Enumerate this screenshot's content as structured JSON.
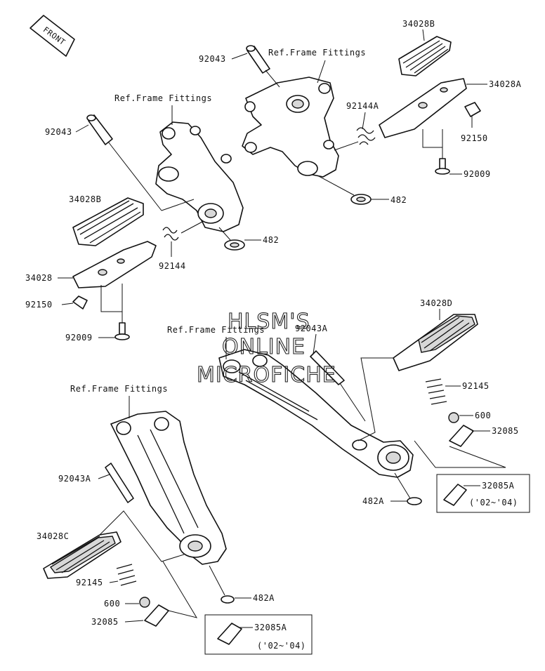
{
  "front_badge": "FRONT",
  "watermark": {
    "line1": "HLSM'S",
    "line2": "ONLINE",
    "line3": "MICROFICHE"
  },
  "labels": {
    "92043_top": "92043",
    "ref_top": "Ref.Frame Fittings",
    "34028B_top": "34028B",
    "34028A": "34028A",
    "92144A": "92144A",
    "92150_top": "92150",
    "92009_top": "92009",
    "482_top": "482",
    "ref_mid": "Ref.Frame Fittings",
    "92043_left": "92043",
    "34028B_left": "34028B",
    "482_left": "482",
    "92144": "92144",
    "34028": "34028",
    "92150_left": "92150",
    "92009_left": "92009",
    "ref_center": "Ref.Frame Fittings",
    "92043A_center": "92043A",
    "34028D": "34028D",
    "92145_right": "92145",
    "600_right": "600",
    "32085_right": "32085",
    "32085A_right": "32085A",
    "years_right": "('02~'04)",
    "482A_right": "482A",
    "ref_lower": "Ref.Frame Fittings",
    "92043A_left": "92043A",
    "34028C": "34028C",
    "92145_left": "92145",
    "600_left": "600",
    "32085_left": "32085",
    "482A_left": "482A",
    "32085A_left": "32085A",
    "years_left": "('02~'04)"
  }
}
